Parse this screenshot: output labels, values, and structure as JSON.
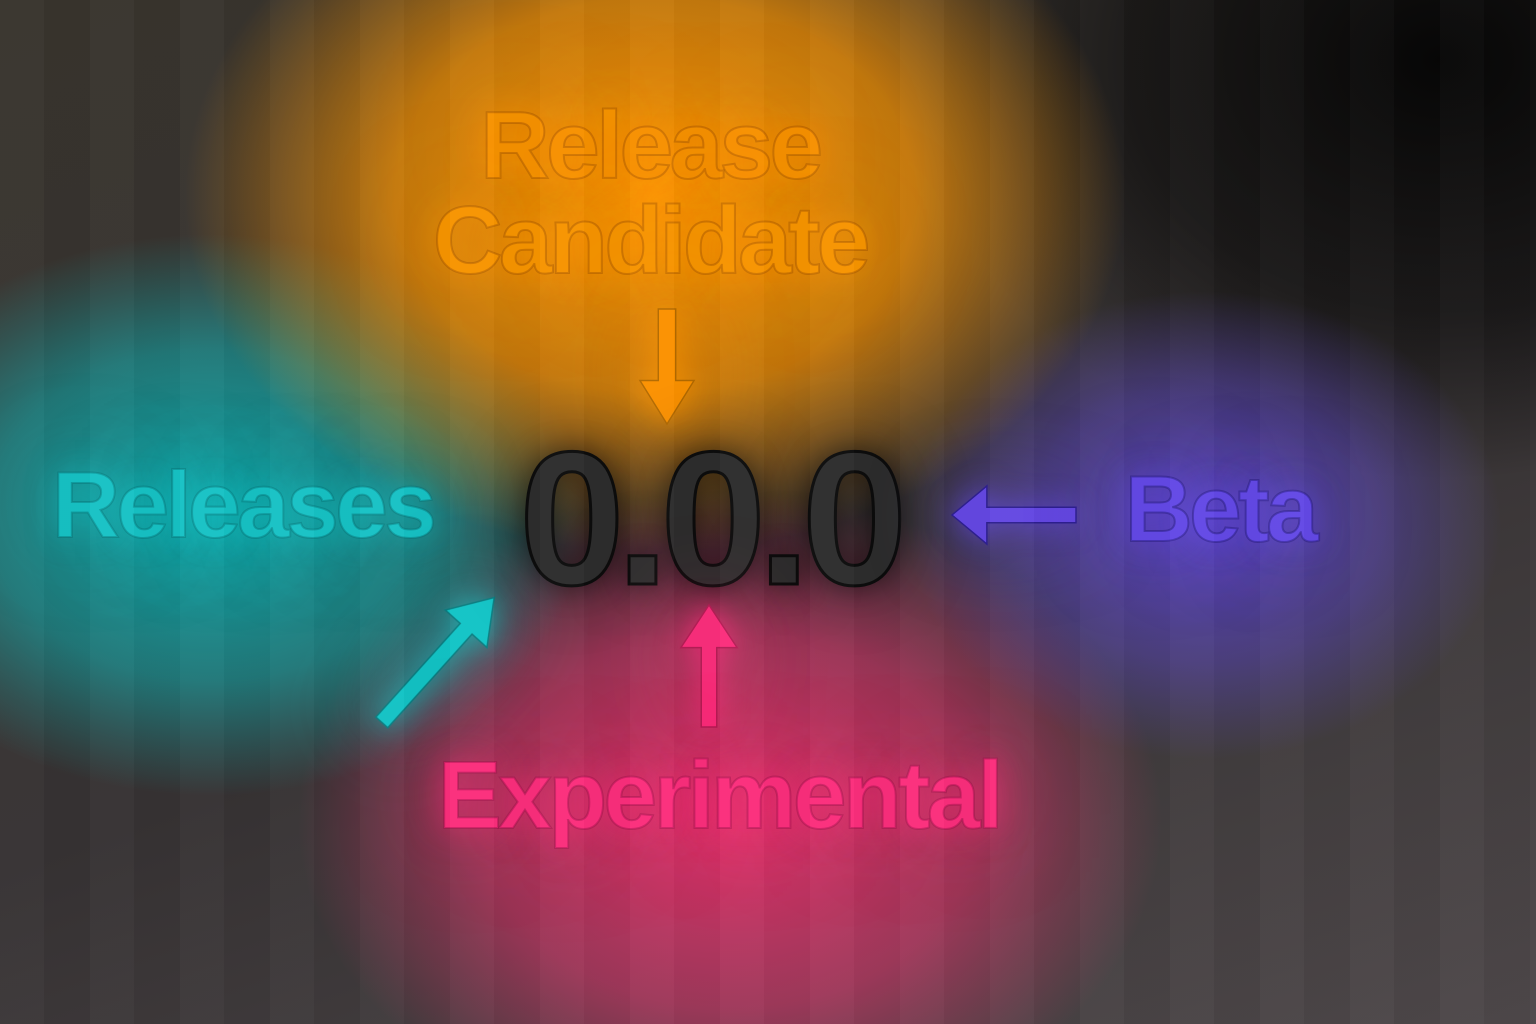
{
  "diagram": {
    "version_label": "0.0.0",
    "channels": [
      {
        "label": "Release Candidate",
        "position": "top",
        "arrow_direction": "down",
        "color": "#F79400"
      },
      {
        "label": "Releases",
        "position": "left",
        "arrow_direction": "up-right",
        "color": "#17C2C5"
      },
      {
        "label": "Beta",
        "position": "right",
        "arrow_direction": "left",
        "color": "#6349E6"
      },
      {
        "label": "Experimental",
        "position": "bottom",
        "arrow_direction": "up",
        "color": "#FB2E7C"
      }
    ],
    "colors": {
      "background_base": "#38342D",
      "background_dark_corner": "#0A0A0A",
      "version_fill": "#2D2D2D",
      "version_outline": "#0C0C0C",
      "orange_glow": "#FF9A0A",
      "teal_glow": "#10B0B2",
      "purple_glow": "#6048D8",
      "pink_glow": "#E93470"
    }
  }
}
